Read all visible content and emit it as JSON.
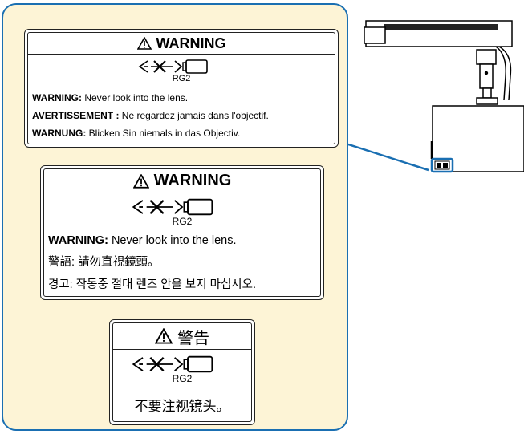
{
  "labels": {
    "en": {
      "title": "WARNING",
      "class": "RG2",
      "lines": [
        {
          "lead": "WARNING:",
          "text": " Never look into the lens."
        },
        {
          "lead": "AVERTISSEMENT :",
          "text": " Ne regardez jamais dans l'objectif."
        },
        {
          "lead": "WARNUNG:",
          "text": " Blicken Sin niemals in das Objectiv."
        }
      ]
    },
    "tw": {
      "title": "WARNING",
      "class": "RG2",
      "lines": [
        {
          "lead": "WARNING:",
          "text": " Never look into the lens."
        },
        {
          "lead": "",
          "text": "警語: 請勿直視鏡頭。"
        },
        {
          "lead": "",
          "text": "경고: 작동중 절대 렌즈 안을 보지 마십시오."
        }
      ]
    },
    "cn": {
      "title": "警告",
      "class": "RG2",
      "lines": [
        {
          "lead": "",
          "text": "不要注视镜头。"
        }
      ]
    }
  },
  "colors": {
    "panel_fill": "#fdf4d6",
    "panel_border": "#1a6fb2",
    "highlight": "#1a6fb2"
  },
  "icons": [
    "warning-triangle-icon",
    "eye-icon",
    "cross-icon",
    "projector-icon"
  ]
}
